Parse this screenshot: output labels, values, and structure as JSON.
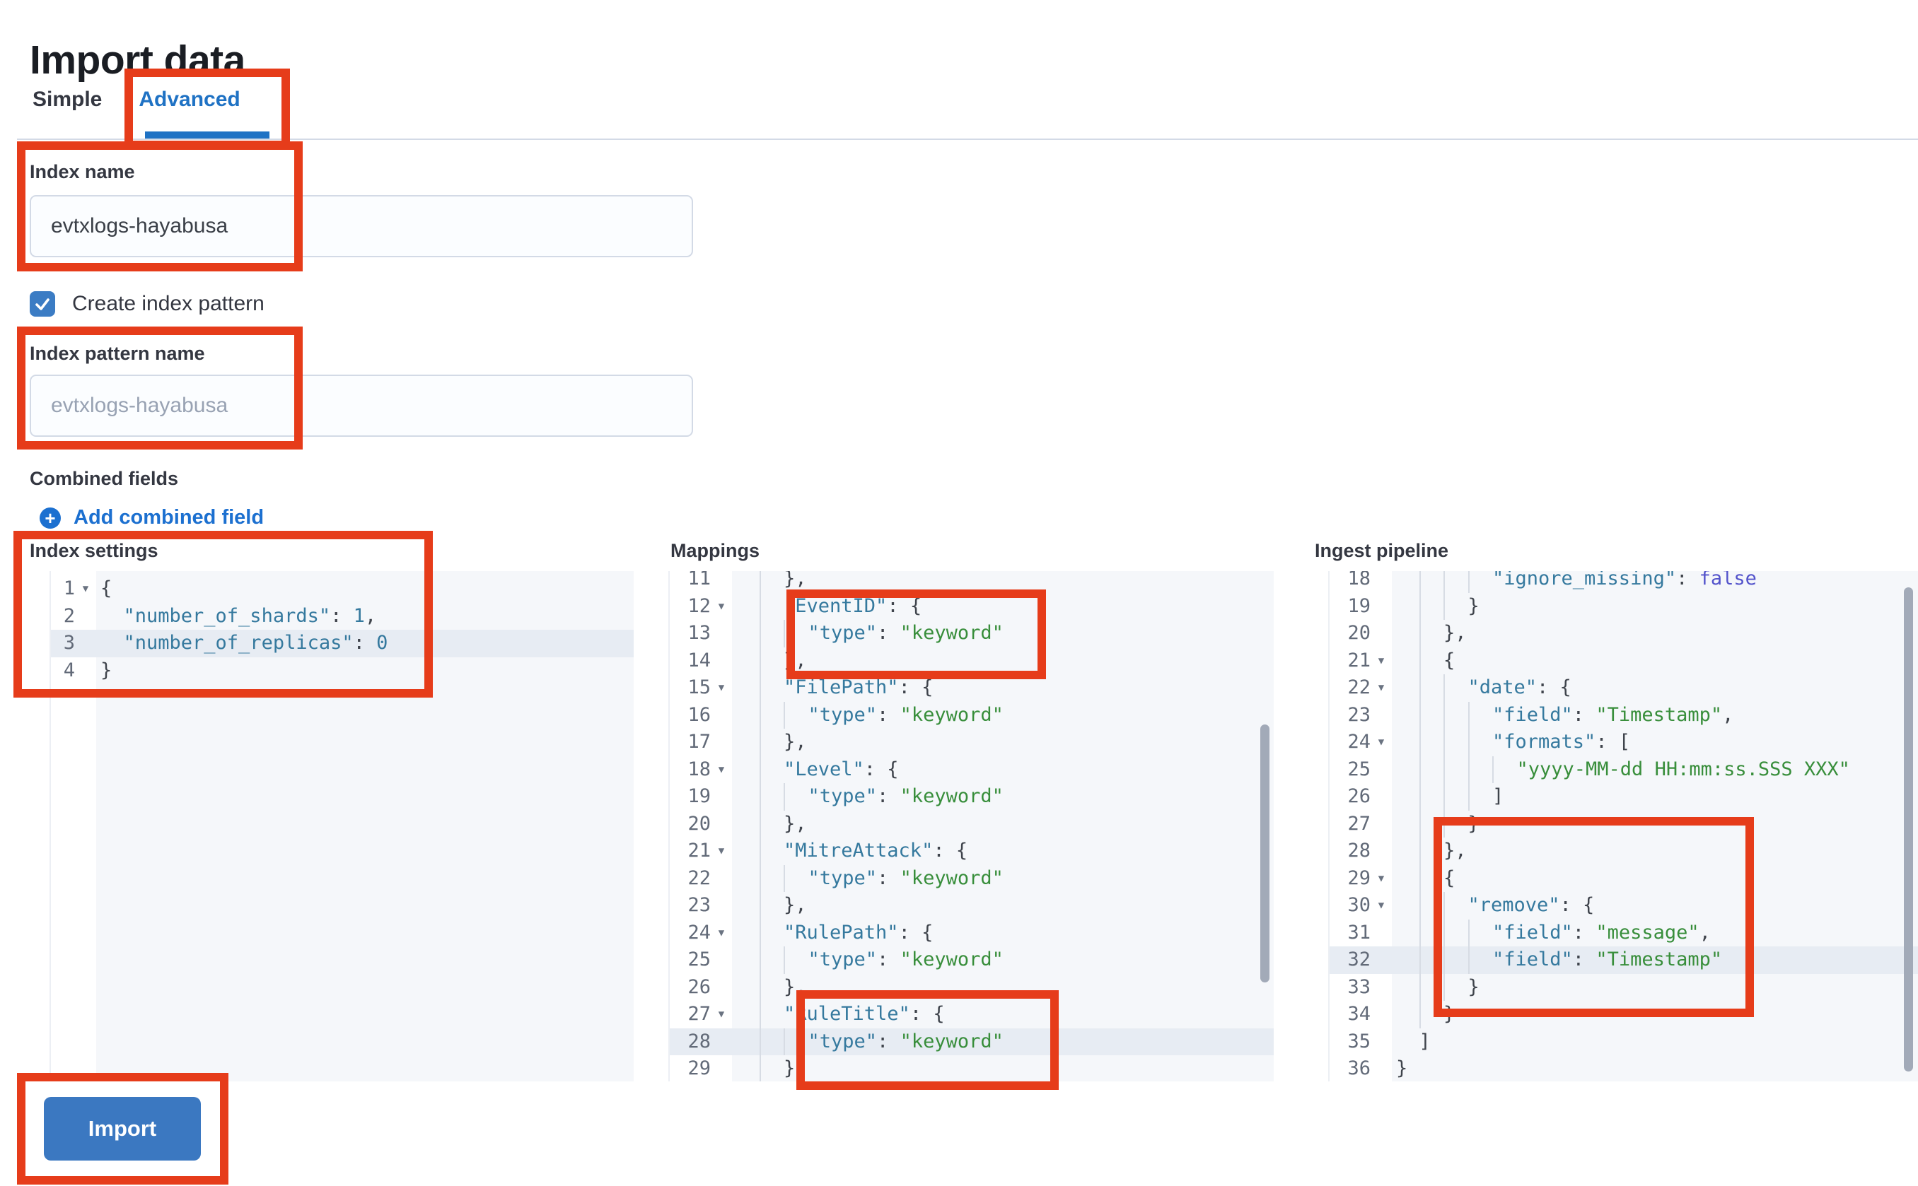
{
  "title": "Import data",
  "tabs": [
    {
      "label": "Simple",
      "selected": false
    },
    {
      "label": "Advanced",
      "selected": true
    }
  ],
  "form": {
    "index_name": {
      "label": "Index name",
      "value": "evtxlogs-hayabusa"
    },
    "create_index_pattern": {
      "label": "Create index pattern",
      "checked": true
    },
    "index_pattern_name": {
      "label": "Index pattern name",
      "placeholder": "evtxlogs-hayabusa"
    },
    "combined_fields": {
      "label": "Combined fields",
      "add_link": "Add combined field"
    }
  },
  "editors": [
    {
      "id": "settings",
      "label": "Index settings",
      "lines": [
        {
          "n": 1,
          "t": "{",
          "fold": true
        },
        {
          "n": 2,
          "t": "  \"number_of_shards\": 1,"
        },
        {
          "n": 3,
          "t": "  \"number_of_replicas\": 0",
          "hl": true
        },
        {
          "n": 4,
          "t": "}"
        }
      ]
    },
    {
      "id": "mappings",
      "label": "Mappings",
      "lines": [
        {
          "n": 11,
          "t": "    },"
        },
        {
          "n": 12,
          "t": "    \"EventID\": {",
          "fold": true
        },
        {
          "n": 13,
          "t": "      \"type\": \"keyword\""
        },
        {
          "n": 14,
          "t": "    },"
        },
        {
          "n": 15,
          "t": "    \"FilePath\": {",
          "fold": true
        },
        {
          "n": 16,
          "t": "      \"type\": \"keyword\""
        },
        {
          "n": 17,
          "t": "    },"
        },
        {
          "n": 18,
          "t": "    \"Level\": {",
          "fold": true
        },
        {
          "n": 19,
          "t": "      \"type\": \"keyword\""
        },
        {
          "n": 20,
          "t": "    },"
        },
        {
          "n": 21,
          "t": "    \"MitreAttack\": {",
          "fold": true
        },
        {
          "n": 22,
          "t": "      \"type\": \"keyword\""
        },
        {
          "n": 23,
          "t": "    },"
        },
        {
          "n": 24,
          "t": "    \"RulePath\": {",
          "fold": true
        },
        {
          "n": 25,
          "t": "      \"type\": \"keyword\""
        },
        {
          "n": 26,
          "t": "    },"
        },
        {
          "n": 27,
          "t": "    \"RuleTitle\": {",
          "fold": true
        },
        {
          "n": 28,
          "t": "      \"type\": \"keyword\"",
          "hl": true
        },
        {
          "n": 29,
          "t": "    },"
        }
      ]
    },
    {
      "id": "pipeline",
      "label": "Ingest pipeline",
      "lines": [
        {
          "n": 18,
          "t": "        \"ignore_missing\": false"
        },
        {
          "n": 19,
          "t": "      }"
        },
        {
          "n": 20,
          "t": "    },"
        },
        {
          "n": 21,
          "t": "    {",
          "fold": true
        },
        {
          "n": 22,
          "t": "      \"date\": {",
          "fold": true
        },
        {
          "n": 23,
          "t": "        \"field\": \"Timestamp\","
        },
        {
          "n": 24,
          "t": "        \"formats\": [",
          "fold": true
        },
        {
          "n": 25,
          "t": "          \"yyyy-MM-dd HH:mm:ss.SSS XXX\""
        },
        {
          "n": 26,
          "t": "        ]"
        },
        {
          "n": 27,
          "t": "      }"
        },
        {
          "n": 28,
          "t": "    },"
        },
        {
          "n": 29,
          "t": "    {",
          "fold": true
        },
        {
          "n": 30,
          "t": "      \"remove\": {",
          "fold": true
        },
        {
          "n": 31,
          "t": "        \"field\": \"message\","
        },
        {
          "n": 32,
          "t": "        \"field\": \"Timestamp\"",
          "hl": true
        },
        {
          "n": 33,
          "t": "      }"
        },
        {
          "n": 34,
          "t": "    }"
        },
        {
          "n": 35,
          "t": "  ]"
        },
        {
          "n": 36,
          "t": "}"
        }
      ]
    }
  ],
  "import_button": {
    "label": "Import"
  },
  "colors": {
    "tab_accent_blue": "#1f72c4",
    "link_blue": "#1c70d0",
    "control_blue": "#3b78c1",
    "annotation_red": "#e63c1a",
    "divider_gray": "#d3dae6",
    "editor_bg": "#f5f7fa",
    "line_highlight": "#e7ecf3",
    "code_key": "#35799e",
    "code_string": "#388e3b",
    "code_literal": "#5353cb",
    "code_number": "#35799e"
  }
}
